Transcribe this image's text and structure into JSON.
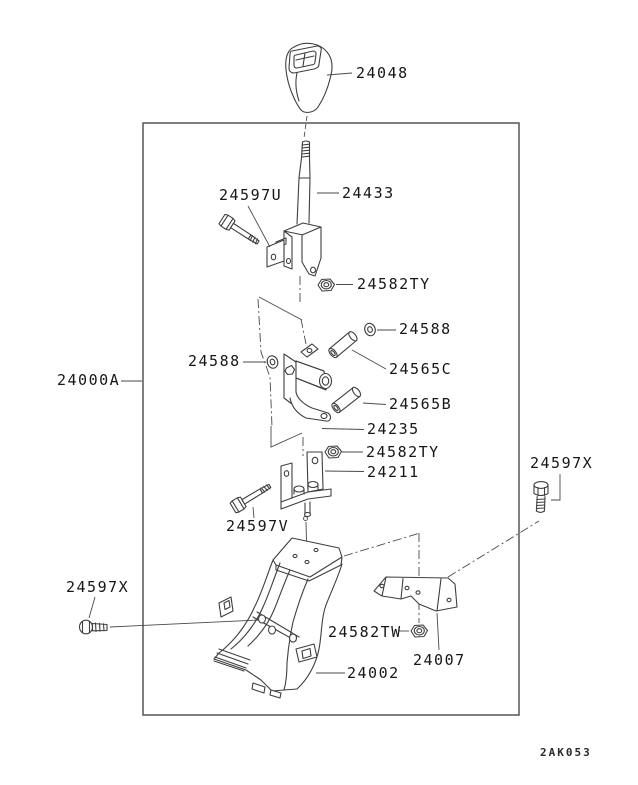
{
  "figure": {
    "code": "2AK053"
  },
  "labels": {
    "assembly": "24000A",
    "knob": "24048",
    "lever": "24433",
    "bolt_upper": "24597U",
    "nut_upper": "24582TY",
    "washer_right": "24588",
    "bushing_long": "24565C",
    "washer_left": "24588",
    "bushing_short": "24565B",
    "pivot_bracket": "24235",
    "nut_mid": "24582TY",
    "lever_bracket": "24211",
    "bolt_mid": "24597V",
    "bolt_side_right": "24597X",
    "bolt_side_left": "24597X",
    "nut_lower": "24582TW",
    "stopper_plate": "24007",
    "main_support": "24002"
  }
}
